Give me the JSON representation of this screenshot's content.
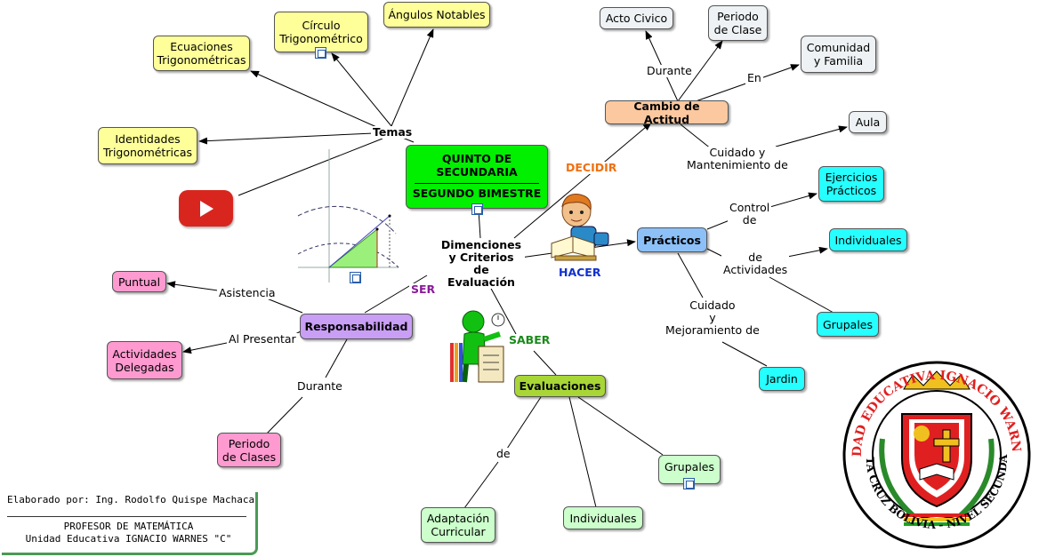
{
  "center": {
    "title": "QUINTO DE\nSECUNDARIA",
    "subtitle": "SEGUNDO BIMESTRE"
  },
  "nodes": {
    "ecuaciones": "Ecuaciones\nTrigonométricas",
    "circulo": "Círculo\nTrigonométrico",
    "angulos": "Ángulos Notables",
    "identidades": "Identidades\nTrigonométricas",
    "acto_civico": "Acto Civico",
    "periodo_clase": "Periodo\nde Clase",
    "comunidad": "Comunidad\ny Familia",
    "cambio_actitud": "Cambio de Actitud",
    "aula": "Aula",
    "ejercicios": "Ejercicios\nPrácticos",
    "practicos": "Prácticos",
    "individuales_p": "Individuales",
    "grupales_p": "Grupales",
    "jardin": "Jardin",
    "puntual": "Puntual",
    "actividades_delegadas": "Actividades\nDelegadas",
    "responsabilidad": "Responsabilidad",
    "periodo_clases": "Periodo\nde Clases",
    "evaluaciones": "Evaluaciones",
    "grupales_e": "Grupales",
    "individuales_e": "Individuales",
    "adaptacion": "Adaptación\nCurricular"
  },
  "labels": {
    "temas": "Temas",
    "dimensiones": "Dimenciones\ny Criterios de\nEvaluación",
    "decidir": "DECIDIR",
    "hacer": "HACER",
    "ser": "SER",
    "saber": "SABER",
    "durante_top": "Durante",
    "en": "En",
    "cuidado_mant": "Cuidado y\nMantenimiento de",
    "control_de": "Control\nde",
    "de_actividades": "de\nActividades",
    "cuidado_mejor": "Cuidado\ny\nMejoramiento de",
    "asistencia": "Asistencia",
    "al_presentar": "Al Presentar",
    "durante_bottom": "Durante",
    "de": "de"
  },
  "colors": {
    "decidir": "#f07010",
    "hacer": "#1030d0",
    "ser": "#8a1a9a",
    "saber": "#1a8a1a",
    "youtube": "#d8261f"
  },
  "credit": {
    "author": "Elaborado por: Ing. Rodolfo Quispe Machaca",
    "role": "PROFESOR DE MATEMÁTICA",
    "school": "Unidad Educativa IGNACIO WARNES \"C\""
  },
  "logo": {
    "top_text": "UNIDAD EDUCATIVA IGNACIO WARNES C",
    "bottom_text": "SANTA CRUZ BOLIVIA - NIVEL SECUNDARIO"
  },
  "icons": [
    "youtube-icon",
    "note-icon",
    "boy-reading-illustration",
    "student-clipboard-illustration",
    "trigonometry-figure",
    "school-crest-logo"
  ]
}
